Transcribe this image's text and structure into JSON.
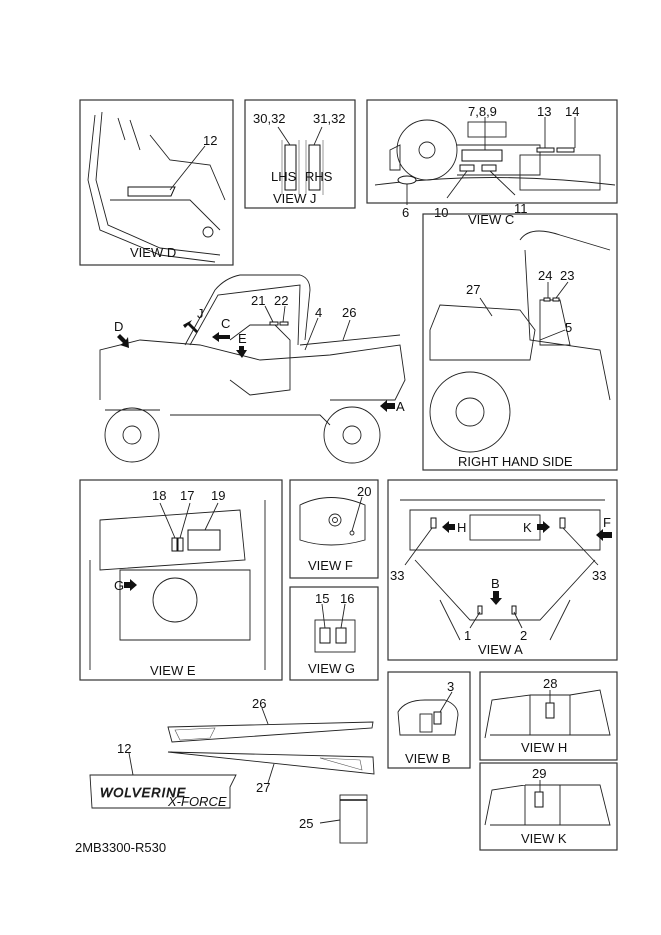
{
  "diagram_code": "2MB3300-R530",
  "views": {
    "d": {
      "title": "VIEW D",
      "callouts": [
        "12"
      ]
    },
    "j": {
      "title": "VIEW J",
      "callouts": [
        "30,32",
        "31,32"
      ],
      "sides": [
        "LHS",
        "RHS"
      ]
    },
    "c": {
      "title": "VIEW C",
      "callouts": [
        "7,8,9",
        "13",
        "14",
        "6",
        "10",
        "11"
      ]
    },
    "main": {
      "callouts": [
        "21",
        "22",
        "4",
        "26"
      ],
      "arrows": [
        "J",
        "C",
        "E",
        "D",
        "A"
      ]
    },
    "rhs": {
      "title": "RIGHT HAND SIDE",
      "callouts": [
        "27",
        "24",
        "23",
        "5"
      ]
    },
    "e": {
      "title": "VIEW E",
      "callouts": [
        "18",
        "17",
        "19"
      ],
      "arrows": [
        "G"
      ]
    },
    "f": {
      "title": "VIEW F",
      "callouts": [
        "20"
      ]
    },
    "g": {
      "title": "VIEW G",
      "callouts": [
        "15",
        "16"
      ]
    },
    "a": {
      "title": "VIEW A",
      "callouts": [
        "33",
        "33",
        "1",
        "2"
      ],
      "arrows": [
        "H",
        "K",
        "F",
        "B"
      ]
    },
    "b": {
      "title": "VIEW B",
      "callouts": [
        "3"
      ]
    },
    "h": {
      "title": "VIEW H",
      "callouts": [
        "28"
      ]
    },
    "k": {
      "title": "VIEW K",
      "callouts": [
        "29"
      ]
    }
  },
  "decals": {
    "callouts": [
      "26",
      "27",
      "12",
      "25"
    ],
    "logo_text": "WOLVERINE",
    "logo_subtext": "X-FORCE"
  }
}
